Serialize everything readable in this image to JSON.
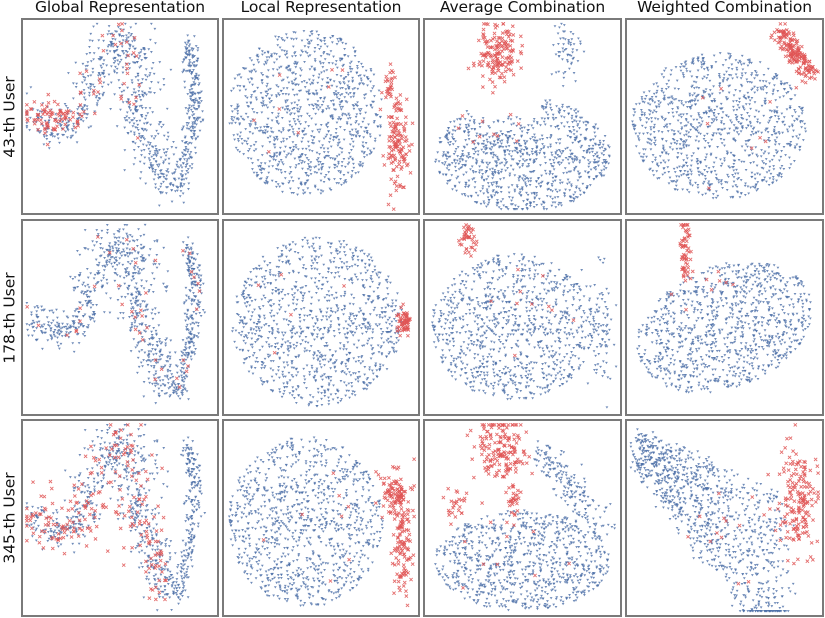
{
  "figure": {
    "column_titles": [
      "Global Representation",
      "Local Representation",
      "Average Combination",
      "Weighted Combination"
    ],
    "row_labels": [
      "43-th User",
      "178-th User",
      "345-th User"
    ]
  },
  "colors": {
    "blue": "#4c6fa8",
    "red": "#e05555",
    "border": "#7a7a7a"
  },
  "chart_data": {
    "type": "scatter",
    "title": "",
    "description": "3x4 grid of t-SNE scatter plots; blue triangle-like markers = other items, red x markers = user's items",
    "columns": [
      "Global Representation",
      "Local Representation",
      "Average Combination",
      "Weighted Combination"
    ],
    "rows": [
      "43-th User",
      "178-th User",
      "345-th User"
    ],
    "legend": [],
    "axes": "hidden (no ticks)",
    "series": [
      {
        "name": "blue points",
        "marker": "triangle",
        "color": "#4c6fa8"
      },
      {
        "name": "red points",
        "marker": "x",
        "color": "#e05555"
      }
    ],
    "panels": [
      {
        "row": 0,
        "col": 0,
        "shape": "s-curve",
        "red": "scattered on left arc, dense in left tail"
      },
      {
        "row": 0,
        "col": 1,
        "shape": "blob",
        "red": "separate elongated cluster at right-bottom"
      },
      {
        "row": 0,
        "col": 2,
        "shape": "u-bowl",
        "red": "tight separate cluster upper-left-center"
      },
      {
        "row": 0,
        "col": 3,
        "shape": "oval",
        "red": "tight separate cluster top-right"
      },
      {
        "row": 1,
        "col": 0,
        "shape": "s-curve",
        "red": "sparse scattered"
      },
      {
        "row": 1,
        "col": 1,
        "shape": "disk",
        "red": "small cluster at right edge"
      },
      {
        "row": 1,
        "col": 2,
        "shape": "w-shape",
        "red": "small cluster top-left"
      },
      {
        "row": 1,
        "col": 3,
        "shape": "fan",
        "red": "vertical cluster top-center"
      },
      {
        "row": 2,
        "col": 0,
        "shape": "s-curve",
        "red": "many scattered across left arc"
      },
      {
        "row": 2,
        "col": 1,
        "shape": "disk",
        "red": "elongated cluster on right"
      },
      {
        "row": 2,
        "col": 2,
        "shape": "arc-bowl",
        "red": "clusters upper-left"
      },
      {
        "row": 2,
        "col": 3,
        "shape": "diagonal-blob",
        "red": "cluster right side"
      }
    ]
  }
}
